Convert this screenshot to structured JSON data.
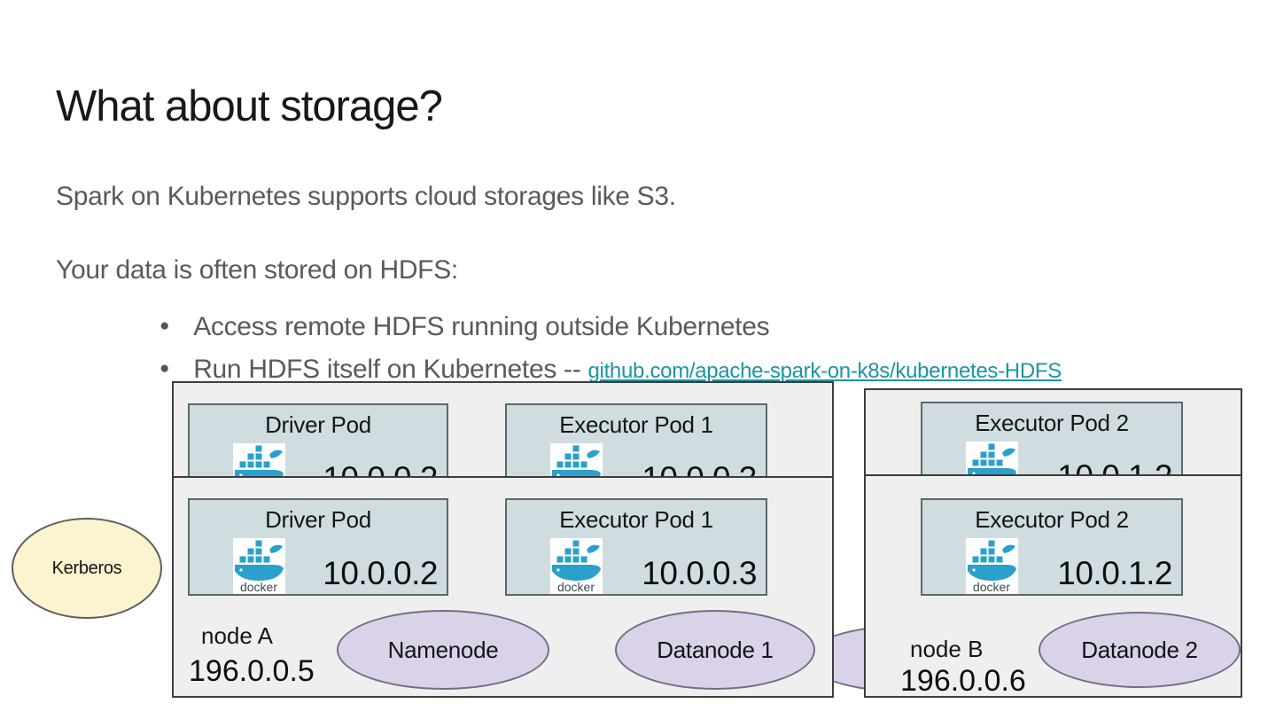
{
  "slide": {
    "title": "What about storage?",
    "intro_line1": "Spark on Kubernetes supports cloud storages like S3.",
    "intro_line2": "Your data is often stored on HDFS:",
    "bullet_glyph": "●",
    "bullet1": "Access remote HDFS running outside Kubernetes",
    "bullet2_prefix": "Run HDFS itself on Kubernetes -- ",
    "bullet2_link": "github.com/apache-spark-on-k8s/kubernetes-HDFS"
  },
  "diagram": {
    "kerberos_label": "Kerberos",
    "node_a": {
      "name": "node A",
      "ip": "196.0.0.5"
    },
    "node_b": {
      "name": "node B",
      "ip": "196.0.0.6"
    },
    "pod_driver": {
      "title": "Driver Pod",
      "ip": "10.0.0.2"
    },
    "pod_exec1": {
      "title": "Executor Pod 1",
      "ip": "10.0.0.3"
    },
    "pod_exec2": {
      "title": "Executor Pod 2",
      "ip": "10.0.1.2"
    },
    "ellipse_namenode": "Namenode",
    "ellipse_datanode1": "Datanode 1",
    "ellipse_datanode2": "Datanode 2",
    "docker_label": "docker"
  },
  "colors": {
    "link_teal": "#1b95a3",
    "body_text_gray": "#5a5a5a",
    "node_box_fill": "#efefef",
    "node_box_border": "#3d3d3d",
    "pod_fill": "#cfdde1",
    "pod_border": "#5c686b",
    "ellipse_fill": "#d9d2e9",
    "kerberos_fill": "#fcf3cf",
    "docker_blue": "#2aa0cd"
  }
}
